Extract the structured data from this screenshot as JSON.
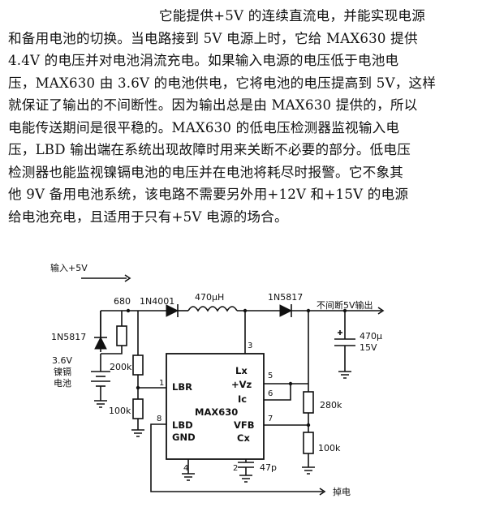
{
  "description_lines": [
    "它能提供+5V 的连续直流电，并能实现电源",
    "和备用电池的切换。当电路接到 5V 电源上时，它给 MAX630 提供",
    "4.4V 的电压并对电池涓流充电。如果输入电源的电压低于电池电",
    "压，MAX630 由 3.6V 的电池供电，它将电池的电压提高到 5V，这样",
    "就保证了输出的不间断性。因为输出总是由 MAX630 提供的，所以",
    "电能传送期间是很平稳的。MAX630 的低电压检测器监视输入电",
    "压，LBD 输出端在系统出现故障时用来关断不必要的部分。低电压",
    "检测器也能监视镍镉电池的电压并在电池将耗尽时报警。它不象其",
    "他 9V 备用电池系统，该电路不需要另外用+12V 和+15V 的电源",
    "给电池充电，且适用于只有+5V 电源的场合。"
  ],
  "circuit": {
    "input_label": "输入+5V",
    "r_680": "680",
    "diode_1n4001": "1N4001",
    "inductor": "470μH",
    "diode_out": "1N5817",
    "output_label": "不间断5V输出",
    "cap_out_value": "470μ",
    "cap_out_voltage": "15V",
    "diode_left": "1N5817",
    "battery_voltage": "3.6V",
    "battery_type_1": "镍镉",
    "battery_type_2": "电池",
    "r_200k": "200k",
    "r_100k_left": "100k",
    "r_280k": "280k",
    "r_100k_right": "100k",
    "cap_cx": "47p",
    "ic_name": "MAX630",
    "ic_pins": {
      "lx": "Lx",
      "vz": "+Vz",
      "ic": "Ic",
      "lbr": "LBR",
      "lbd": "LBD",
      "vfb": "VFB",
      "gnd": "GND",
      "cx": "Cx"
    },
    "pin_numbers": {
      "p1": "1",
      "p2": "2",
      "p3": "3",
      "p4": "4",
      "p5": "5",
      "p6": "6",
      "p7": "7",
      "p8": "8"
    },
    "alarm_label": "掉电"
  }
}
